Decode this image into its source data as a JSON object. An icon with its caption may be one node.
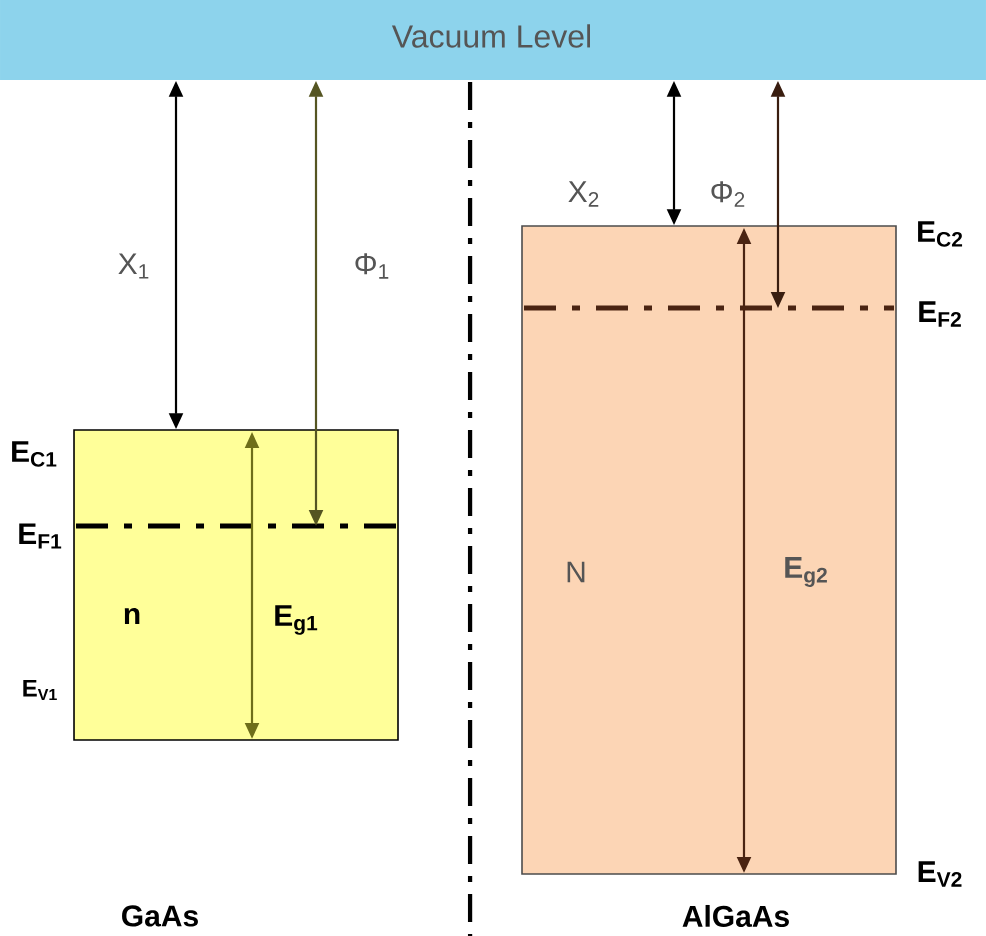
{
  "diagram": {
    "nodes": [
      {
        "text": [
          "Vacuum Level"
        ]
      },
      {
        "text": [
          "n",
          "E$_{g1}$"
        ],
        "beside": [
          "E$_{C1}$",
          "E$_{F1}$",
          "E$_{V1}$"
        ]
      },
      {
        "text": [
          "N",
          "E$_{g2}$"
        ],
        "beside": [
          "E$_{C2}$",
          "E$_{F2}$",
          "E$_{V2}$"
        ]
      }
    ],
    "edges": [
      {
        "from": 0,
        "to": 1,
        "arrow": "both",
        "label": "X$_{1}$"
      },
      {
        "from": 0,
        "to": 1,
        "arrow": "both",
        "label": "Φ$_{1}$",
        "color": "#555522"
      },
      {
        "from": 0,
        "to": 2,
        "arrow": "both",
        "label": "X$_{2}$"
      },
      {
        "from": 0,
        "to": 2,
        "arrow": "both",
        "label": "Φ$_{2}$",
        "color": "#3a1e10"
      }
    ],
    "labels": [
      "GaAs",
      "AlGaAs"
    ]
  }
}
